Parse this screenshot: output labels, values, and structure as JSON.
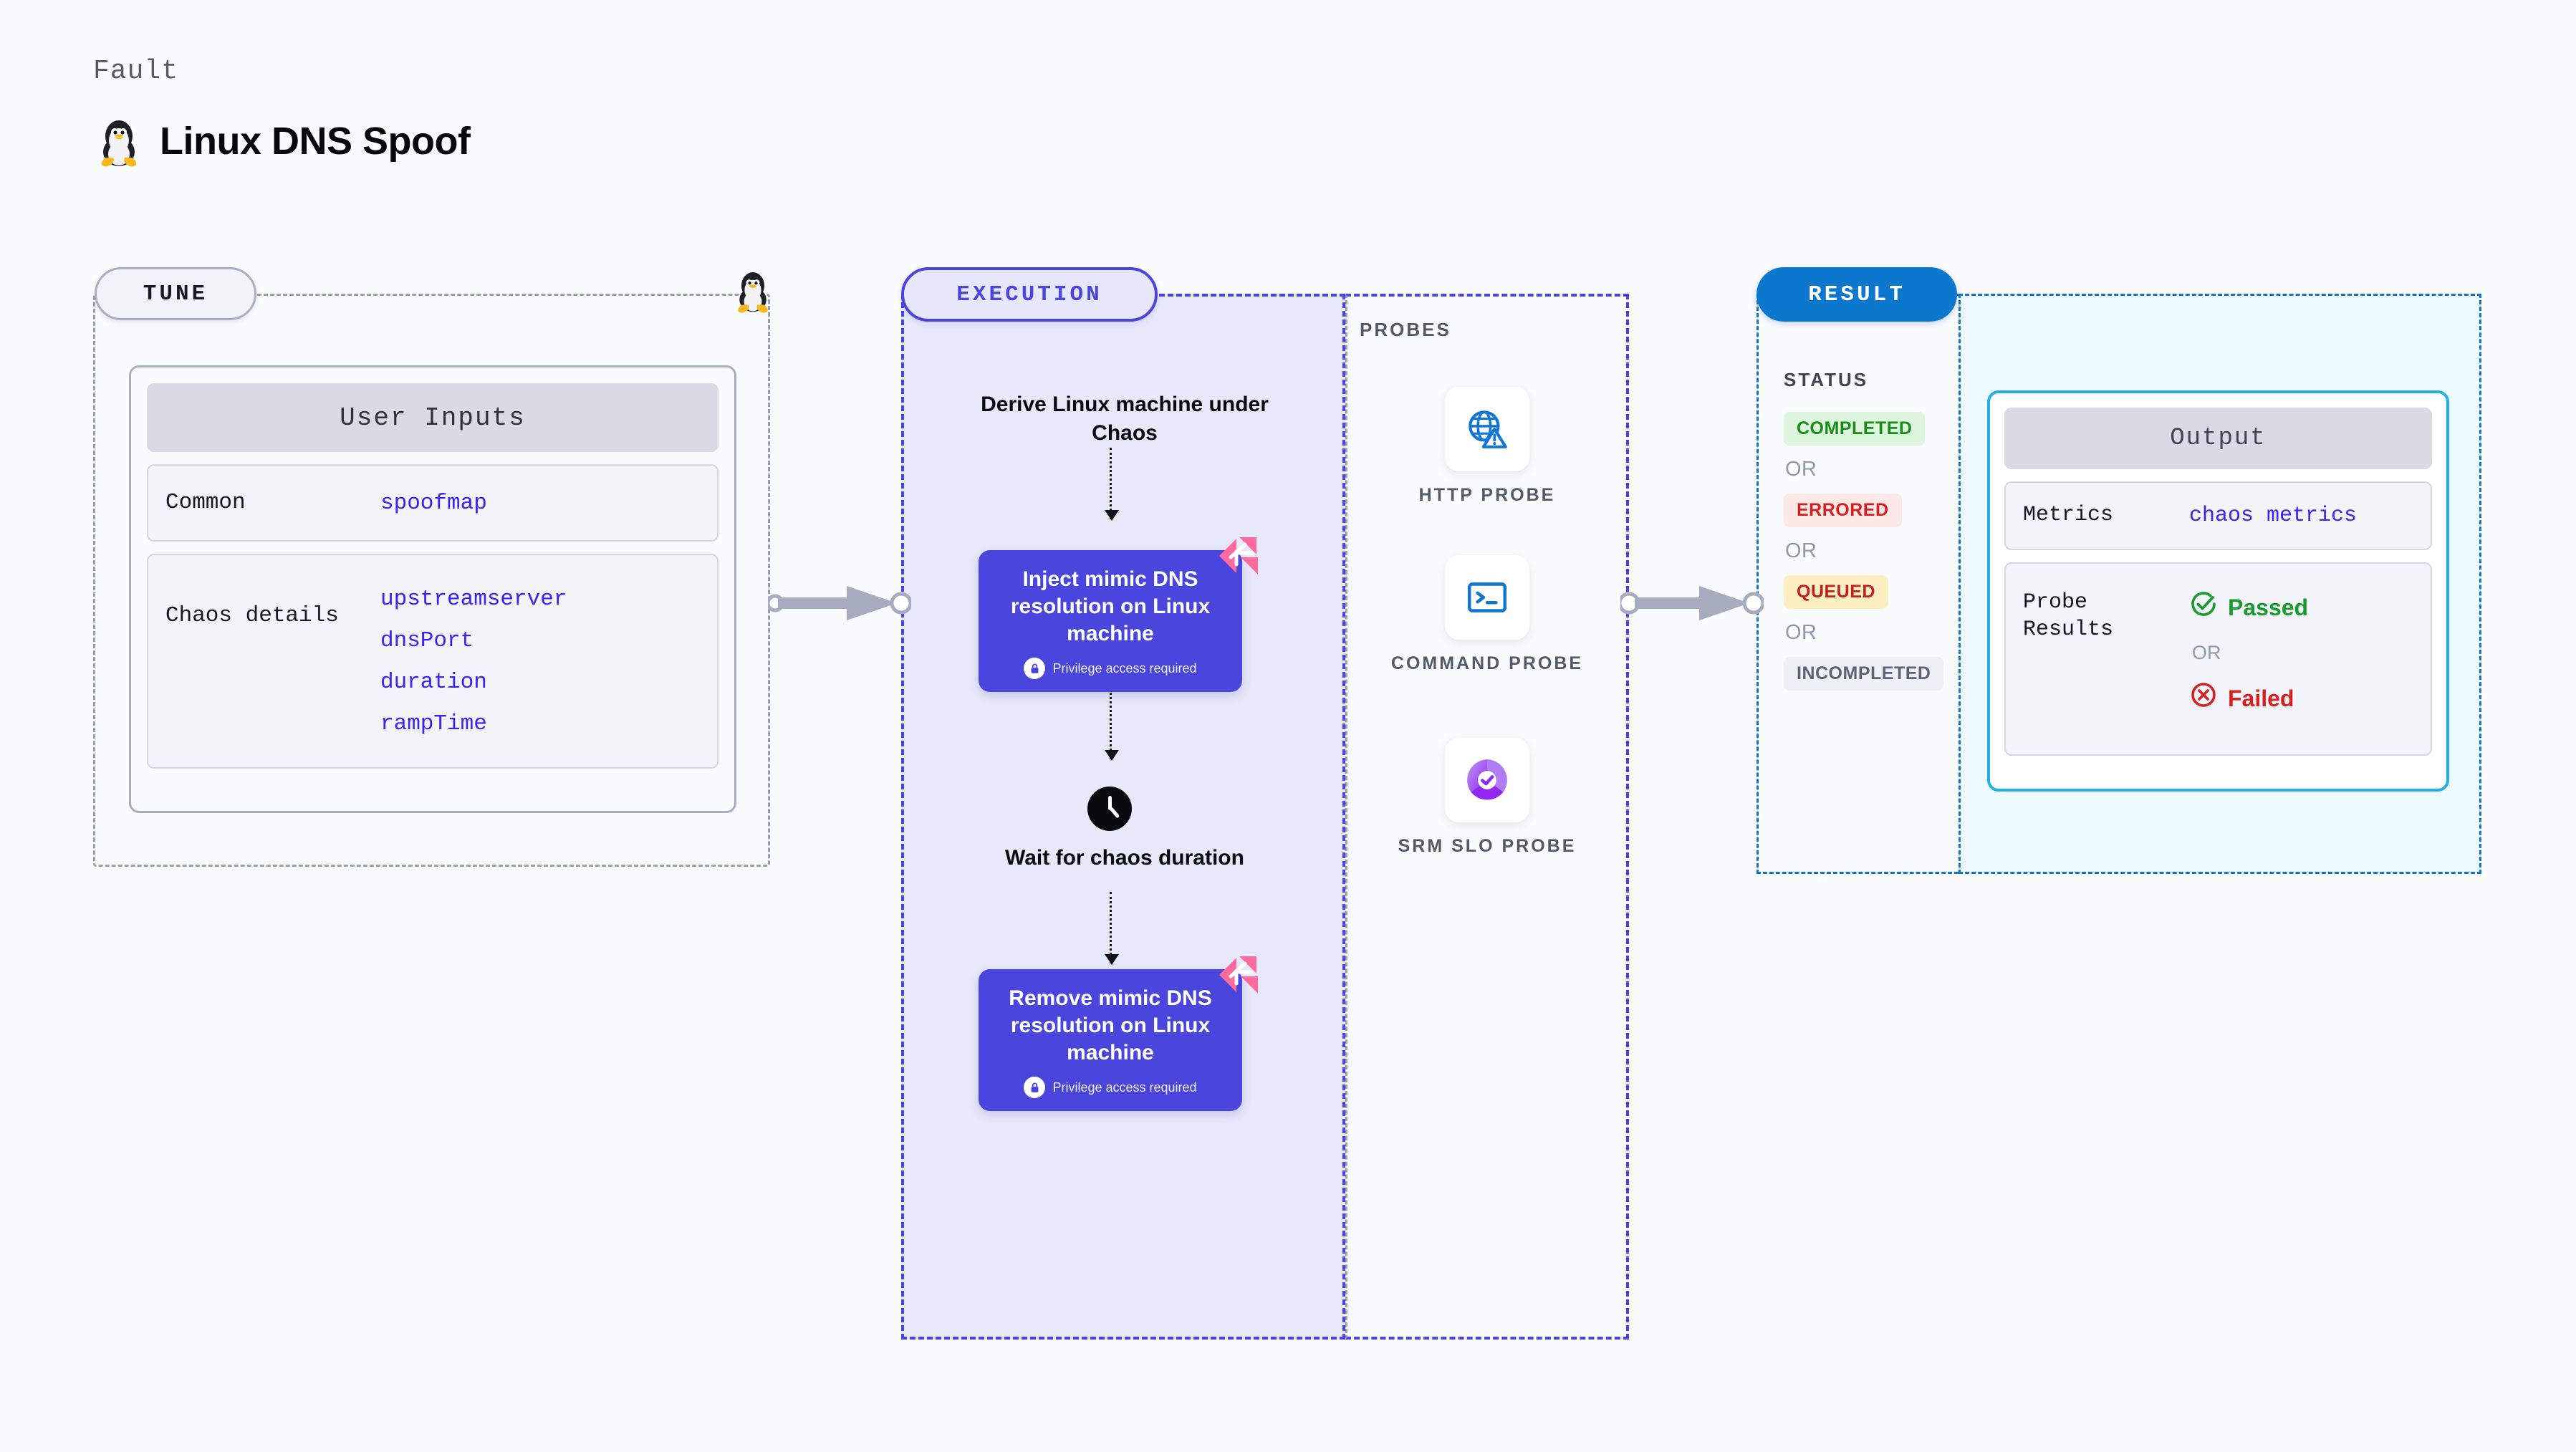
{
  "header": {
    "kicker": "Fault",
    "title": "Linux DNS Spoof",
    "icon": "tux-penguin-icon"
  },
  "tune": {
    "pill_label": "TUNE",
    "card_title": "User Inputs",
    "rows": [
      {
        "key": "Common",
        "values": [
          "spoofmap"
        ]
      },
      {
        "key": "Chaos details",
        "values": [
          "upstreamserver",
          "dnsPort",
          "duration",
          "rampTime"
        ]
      }
    ],
    "node_icon": "tux-penguin-icon"
  },
  "execution": {
    "pill_label": "EXECUTION",
    "steps": [
      {
        "type": "text",
        "label": "Derive Linux machine under Chaos"
      },
      {
        "type": "action",
        "label": "Inject mimic DNS resolution on Linux machine",
        "note": "Privilege access required",
        "note_icon": "lock-icon",
        "ribbon": "harness-ribbon-icon"
      },
      {
        "type": "wait",
        "label": "Wait for chaos duration",
        "icon": "clock-icon"
      },
      {
        "type": "action",
        "label": "Remove mimic DNS resolution on Linux machine",
        "note": "Privilege access required",
        "note_icon": "lock-icon",
        "ribbon": "harness-ribbon-icon"
      }
    ]
  },
  "probes": {
    "section_label": "PROBES",
    "items": [
      {
        "label": "HTTP PROBE",
        "icon": "globe-warning-icon"
      },
      {
        "label": "COMMAND PROBE",
        "icon": "terminal-icon"
      },
      {
        "label": "SRM SLO PROBE",
        "icon": "slo-donut-check-icon"
      }
    ]
  },
  "result": {
    "pill_label": "RESULT",
    "status_label": "STATUS",
    "or_label": "OR",
    "statuses": [
      {
        "label": "COMPLETED",
        "color": "#1a8c1a",
        "bg": "#dcf5dc"
      },
      {
        "label": "ERRORED",
        "color": "#d42020",
        "bg": "#fde8e8"
      },
      {
        "label": "QUEUED",
        "color": "#c02020",
        "bg": "#fdeec2"
      },
      {
        "label": "INCOMPLETED",
        "color": "#5d6376",
        "bg": "#eef0f5"
      }
    ]
  },
  "output": {
    "card_title": "Output",
    "metrics_key": "Metrics",
    "metrics_value": "chaos metrics",
    "probe_results_key": "Probe Results",
    "passed_label": "Passed",
    "failed_label": "Failed",
    "or_label": "OR",
    "passed_icon": "check-circle-icon",
    "failed_icon": "x-circle-icon"
  },
  "theme": {
    "accent_purple": "#4a45dc",
    "accent_blue": "#0b78ce",
    "accent_cyan": "#23b0e8",
    "value_blue": "#3a22f0",
    "pass_green": "#1a9a2e",
    "fail_red": "#d62020",
    "ribbon_pink": "#ff6b9d"
  }
}
